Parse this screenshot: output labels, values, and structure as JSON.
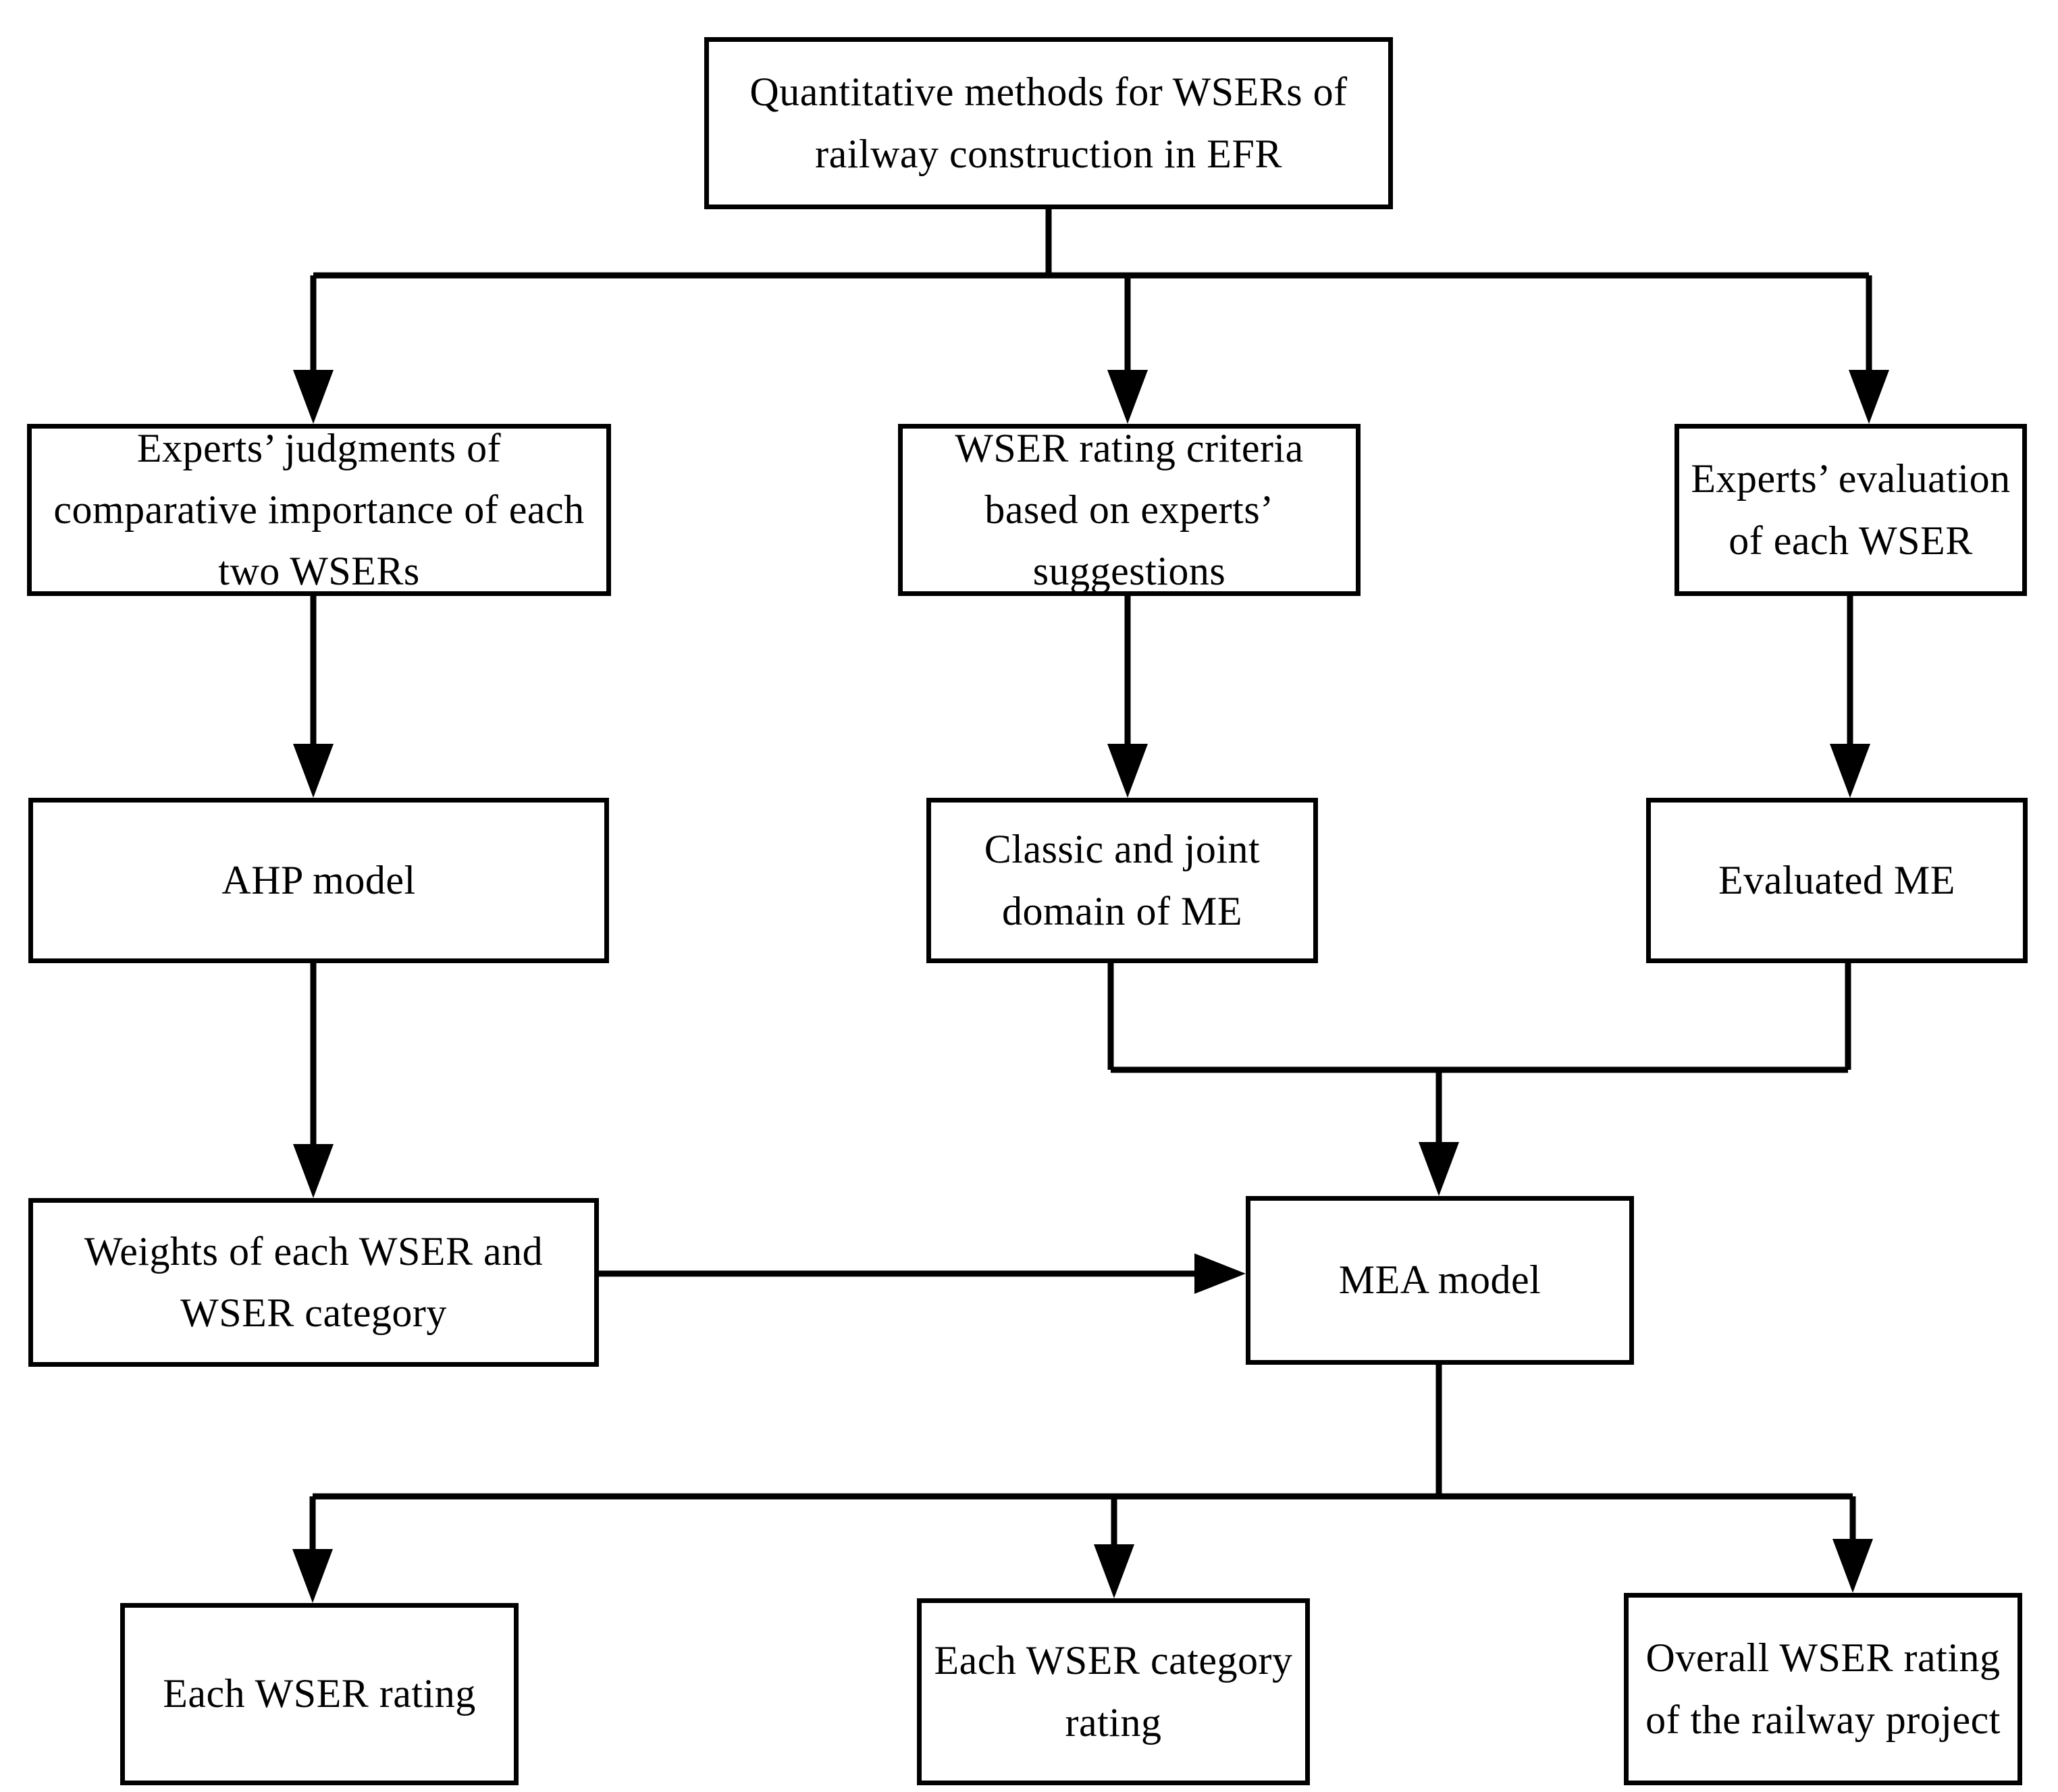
{
  "diagram": {
    "title": "Quantitative methods for WSERs of railway construction in EFR flowchart",
    "line_color": "#000000",
    "box_fill": "#ffffff",
    "nodes": {
      "root": "Quantitative methods for WSERs of railway construction in EFR",
      "experts_judgments": "Experts’  judgments of comparative importance of each two WSERs",
      "rating_criteria": "WSER rating criteria based on experts’ suggestions",
      "experts_evaluation": "Experts’ evaluation of each WSER",
      "ahp_model": "AHP model",
      "classic_joint_domain": "Classic and joint domain of ME",
      "evaluated_me": "Evaluated ME",
      "weights": "Weights of each WSER and WSER category",
      "mea_model": "MEA model",
      "each_wser_rating": "Each WSER rating",
      "each_wser_category_rating": "Each WSER category rating",
      "overall_rating": "Overall WSER rating of the railway project"
    },
    "edges": [
      {
        "from": "root",
        "to": "experts_judgments",
        "type": "split-arrow"
      },
      {
        "from": "root",
        "to": "rating_criteria",
        "type": "split-arrow"
      },
      {
        "from": "root",
        "to": "experts_evaluation",
        "type": "split-arrow"
      },
      {
        "from": "experts_judgments",
        "to": "ahp_model",
        "type": "arrow"
      },
      {
        "from": "rating_criteria",
        "to": "classic_joint_domain",
        "type": "arrow"
      },
      {
        "from": "experts_evaluation",
        "to": "evaluated_me",
        "type": "arrow"
      },
      {
        "from": "ahp_model",
        "to": "weights",
        "type": "arrow"
      },
      {
        "from": "classic_joint_domain",
        "to": "mea_model",
        "type": "merge-arrow"
      },
      {
        "from": "evaluated_me",
        "to": "mea_model",
        "type": "merge-arrow"
      },
      {
        "from": "weights",
        "to": "mea_model",
        "type": "horizontal-arrow"
      },
      {
        "from": "mea_model",
        "to": "each_wser_rating",
        "type": "split-arrow"
      },
      {
        "from": "mea_model",
        "to": "each_wser_category_rating",
        "type": "split-arrow"
      },
      {
        "from": "mea_model",
        "to": "overall_rating",
        "type": "split-arrow"
      }
    ]
  }
}
